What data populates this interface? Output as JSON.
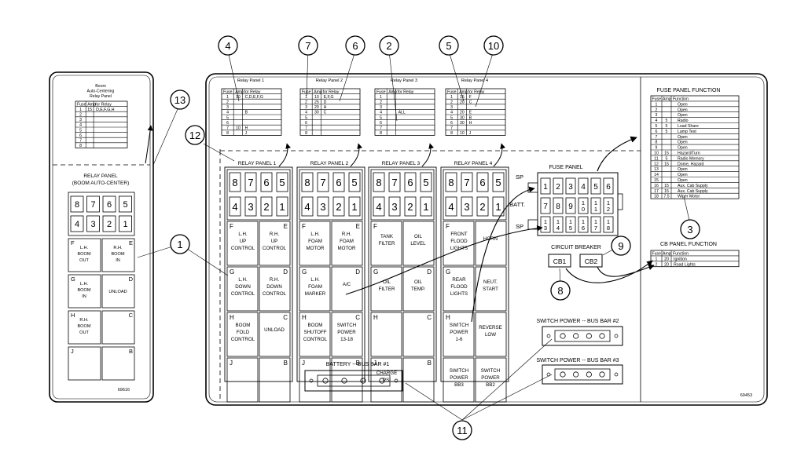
{
  "left_panel": {
    "table_title": [
      "Boom",
      "Auto-Centering",
      "Relay Panel"
    ],
    "headers": [
      "Fuse",
      "Amp",
      "for Relay"
    ],
    "rows": [
      [
        "1",
        "15",
        "D,E,F,G,H"
      ],
      [
        "2",
        "",
        ""
      ],
      [
        "3",
        "",
        ""
      ],
      [
        "4",
        "",
        ""
      ],
      [
        "5",
        "",
        ""
      ],
      [
        "6",
        "",
        ""
      ],
      [
        "7",
        "",
        ""
      ],
      [
        "8",
        "",
        ""
      ]
    ],
    "relay_panel_title": [
      "RELAY PANEL",
      "(BOOM AUTO-CENTER)"
    ],
    "fuse_numbers": [
      "8",
      "7",
      "6",
      "5",
      "4",
      "3",
      "2",
      "1"
    ],
    "relays": [
      {
        "letter_l": "F",
        "letter_r": "E",
        "lines": [
          "L.H.",
          "BOOM",
          "OUT"
        ],
        "lines_r": [
          "R.H.",
          "BOOM",
          "IN"
        ]
      },
      {
        "letter_l": "G",
        "letter_r": "D",
        "lines": [
          "L.H.",
          "BOOM",
          "IN"
        ],
        "lines_r": [
          "UNLOAD"
        ]
      },
      {
        "letter_l": "H",
        "letter_r": "C",
        "lines": [
          "R.H.",
          "BOOM",
          "OUT"
        ],
        "lines_r": []
      },
      {
        "letter_l": "J",
        "letter_r": "B",
        "lines": [],
        "lines_r": []
      }
    ],
    "drawing_number": "69616"
  },
  "fuse_tables": [
    {
      "title": "Relay Panel 1",
      "headers": [
        "Fuse",
        "Amp",
        "for Relay"
      ],
      "rows": [
        [
          "1",
          "10",
          "C,D,E,F,G"
        ],
        [
          "2",
          "",
          ""
        ],
        [
          "3",
          "",
          ""
        ],
        [
          "4",
          "",
          "B"
        ],
        [
          "5",
          "",
          ""
        ],
        [
          "6",
          "",
          ""
        ],
        [
          "7",
          "10",
          "H"
        ],
        [
          "8",
          "",
          "J"
        ]
      ]
    },
    {
      "title": "Relay Panel 2",
      "headers": [
        "Fuse",
        "Amp",
        "for Relay"
      ],
      "rows": [
        [
          "1",
          "10",
          "E,F,G"
        ],
        [
          "2",
          "25",
          "D"
        ],
        [
          "3",
          "20",
          "H"
        ],
        [
          "4",
          "30",
          "C"
        ],
        [
          "5",
          "",
          ""
        ],
        [
          "6",
          "",
          ""
        ],
        [
          "7",
          "",
          ""
        ],
        [
          "8",
          "",
          ""
        ]
      ]
    },
    {
      "title": "Relay Panel 3",
      "headers": [
        "Fuse",
        "Amp",
        "for Relay"
      ],
      "rows": [
        [
          "1",
          "",
          ""
        ],
        [
          "2",
          "",
          ""
        ],
        [
          "3",
          "",
          ""
        ],
        [
          "4",
          "",
          "ALL"
        ],
        [
          "5",
          "",
          ""
        ],
        [
          "6",
          "",
          ""
        ],
        [
          "7",
          "",
          ""
        ],
        [
          "8",
          "",
          ""
        ]
      ]
    },
    {
      "title": "Relay Panel 4",
      "headers": [
        "Fuse",
        "Amp",
        "for Relay"
      ],
      "rows": [
        [
          "1",
          "15",
          "F"
        ],
        [
          "2",
          "20",
          "C"
        ],
        [
          "3",
          "",
          ""
        ],
        [
          "4",
          "20",
          "E"
        ],
        [
          "5",
          "30",
          "B"
        ],
        [
          "6",
          "30",
          "H"
        ],
        [
          "7",
          "",
          ""
        ],
        [
          "8",
          "10",
          "J"
        ]
      ]
    }
  ],
  "relay_panels": [
    {
      "title": "RELAY PANEL 1",
      "fuse_numbers": [
        "8",
        "7",
        "6",
        "5",
        "4",
        "3",
        "2",
        "1"
      ],
      "relays": [
        {
          "letter_l": "F",
          "letter_r": "E",
          "left": [
            "L.H.",
            "UP",
            "CONTROL"
          ],
          "right": [
            "R.H.",
            "UP",
            "CONTROL"
          ]
        },
        {
          "letter_l": "G",
          "letter_r": "D",
          "left": [
            "L.H.",
            "DOWN",
            "CONTROL"
          ],
          "right": [
            "R.H.",
            "DOWN",
            "CONTROL"
          ]
        },
        {
          "letter_l": "H",
          "letter_r": "C",
          "left": [
            "BOOM",
            "FOLD",
            "CONTROL"
          ],
          "right": [
            "UNLOAD"
          ]
        },
        {
          "letter_l": "J",
          "letter_r": "B",
          "left": [],
          "right": []
        }
      ]
    },
    {
      "title": "RELAY PANEL 2",
      "fuse_numbers": [
        "8",
        "7",
        "6",
        "5",
        "4",
        "3",
        "2",
        "1"
      ],
      "relays": [
        {
          "letter_l": "F",
          "letter_r": "E",
          "left": [
            "L.H.",
            "FOAM",
            "MOTOR"
          ],
          "right": [
            "R.H.",
            "FOAM",
            "MOTOR"
          ]
        },
        {
          "letter_l": "G",
          "letter_r": "D",
          "left": [
            "L.H.",
            "FOAM",
            "MARKER"
          ],
          "right": [
            "A/C"
          ]
        },
        {
          "letter_l": "H",
          "letter_r": "C",
          "left": [
            "BOOM",
            "SHUTOFF",
            "CONTROL"
          ],
          "right": [
            "SWITCH",
            "POWER",
            "13-18"
          ]
        },
        {
          "letter_l": "J",
          "letter_r": "B",
          "left": [],
          "right": []
        }
      ]
    },
    {
      "title": "RELAY PANEL 3",
      "fuse_numbers": [
        "8",
        "7",
        "6",
        "5",
        "4",
        "3",
        "2",
        "1"
      ],
      "relays": [
        {
          "letter_l": "F",
          "letter_r": "",
          "left": [
            "TANK",
            "FILTER"
          ],
          "right": [
            "OIL",
            "LEVEL"
          ]
        },
        {
          "letter_l": "G",
          "letter_r": "D",
          "left": [
            "OIL",
            "FILTER"
          ],
          "right": [
            "OIL",
            "TEMP."
          ]
        },
        {
          "letter_l": "H",
          "letter_r": "C",
          "left": [],
          "right": []
        },
        {
          "letter_l": "J",
          "letter_r": "B",
          "left": [
            "CHARGE",
            "PSI"
          ],
          "right": []
        }
      ]
    },
    {
      "title": "RELAY PANEL 4",
      "fuse_numbers": [
        "8",
        "7",
        "6",
        "5",
        "4",
        "3",
        "2",
        "1"
      ],
      "relays": [
        {
          "letter_l": "F",
          "letter_r": "",
          "left": [
            "FRONT",
            "FLOOD",
            "LIGHTS"
          ],
          "right": [
            "HORN"
          ]
        },
        {
          "letter_l": "G",
          "letter_r": "",
          "left": [
            "REAR",
            "FLOOD",
            "LIGHTS"
          ],
          "right": [
            "NEUT.",
            "START"
          ]
        },
        {
          "letter_l": "H",
          "letter_r": "",
          "left": [
            "SWITCH",
            "POWER",
            "1-6"
          ],
          "right": [
            "REVERSE",
            "LOW"
          ]
        },
        {
          "letter_l": "",
          "letter_r": "",
          "left": [
            "SWITCH",
            "POWER",
            "BB3"
          ],
          "right": [
            "SWITCH",
            "POWER",
            "BB2"
          ]
        }
      ]
    }
  ],
  "fuse_panel": {
    "title": "FUSE PANEL",
    "sp_top": "SP",
    "batt": "BATT.",
    "sp_bottom": "SP",
    "row1": [
      "1",
      "2",
      "3",
      "4",
      "5",
      "6"
    ],
    "row2": [
      "7",
      "8",
      "9",
      "10",
      "11",
      "12"
    ],
    "row3": [
      "13",
      "14",
      "15",
      "16",
      "17",
      "18"
    ]
  },
  "circuit_breaker": {
    "title": "CIRCUIT BREAKER",
    "cb1": "CB1",
    "cb2": "CB2"
  },
  "bus_bars": {
    "bb2": "SWITCH POWER -- BUS BAR #2",
    "bb3": "SWITCH POWER -- BUS BAR #3",
    "bb1": "BATTERY -- BUS BAR #1"
  },
  "fuse_function": {
    "title": "FUSE PANEL FUNCTION",
    "headers": [
      "Fuse",
      "Amp",
      "Function"
    ],
    "rows": [
      [
        "1",
        "",
        "Open"
      ],
      [
        "2",
        "",
        "Open"
      ],
      [
        "3",
        "",
        "Open"
      ],
      [
        "4",
        "5",
        "Radio"
      ],
      [
        "5",
        "5",
        "Load Share"
      ],
      [
        "6",
        "5",
        "Lamp Test"
      ],
      [
        "7",
        "",
        "Open"
      ],
      [
        "8",
        "",
        "Open"
      ],
      [
        "9",
        "",
        "Open"
      ],
      [
        "10",
        "15",
        "Hazard/Turn"
      ],
      [
        "11",
        "5",
        "Radio Memory"
      ],
      [
        "12",
        "15",
        "Dome, Hazard"
      ],
      [
        "13",
        "",
        "Open"
      ],
      [
        "14",
        "",
        "Open"
      ],
      [
        "15",
        "",
        "Open"
      ],
      [
        "16",
        "15",
        "Aux. Cab Supply"
      ],
      [
        "17",
        "15",
        "Aux. Cab Supply"
      ],
      [
        "18",
        "7.5",
        "Wiper Motor"
      ]
    ]
  },
  "cb_function": {
    "title": "CB PANEL FUNCTION",
    "headers": [
      "Fuse",
      "Amp",
      "Function"
    ],
    "rows": [
      [
        "1",
        "20",
        "Ignition"
      ],
      [
        "2",
        "20",
        "Road Lights"
      ]
    ]
  },
  "callouts": [
    "1",
    "2",
    "3",
    "4",
    "5",
    "6",
    "7",
    "8",
    "9",
    "10",
    "11",
    "12",
    "13"
  ],
  "drawing_number": "69453"
}
